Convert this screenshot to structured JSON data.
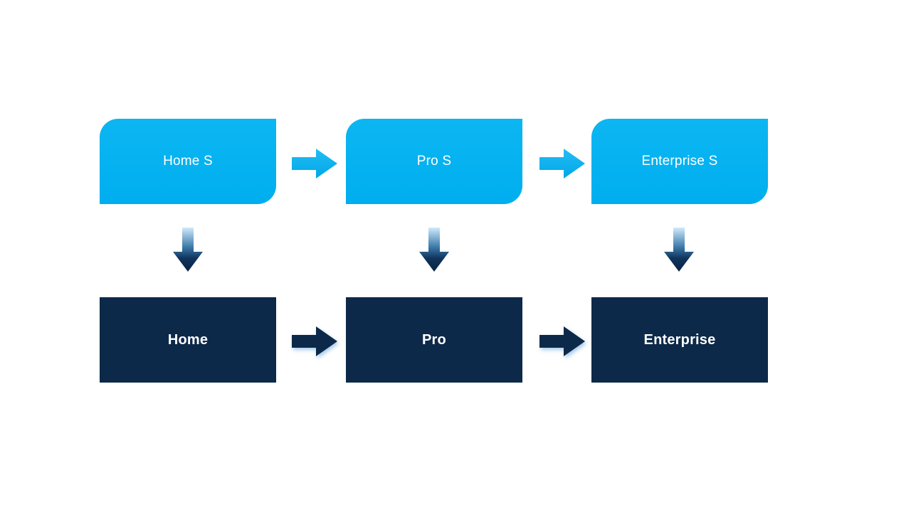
{
  "diagram": {
    "top_row": [
      {
        "label": "Home S"
      },
      {
        "label": "Pro S"
      },
      {
        "label": "Enterprise S"
      }
    ],
    "bottom_row": [
      {
        "label": "Home"
      },
      {
        "label": "Pro"
      },
      {
        "label": "Enterprise"
      }
    ],
    "colors": {
      "top_node_fill": "#00AEEF",
      "bottom_node_fill": "#0D2949",
      "text": "#FFFFFF",
      "background": "#FFFFFF"
    }
  }
}
